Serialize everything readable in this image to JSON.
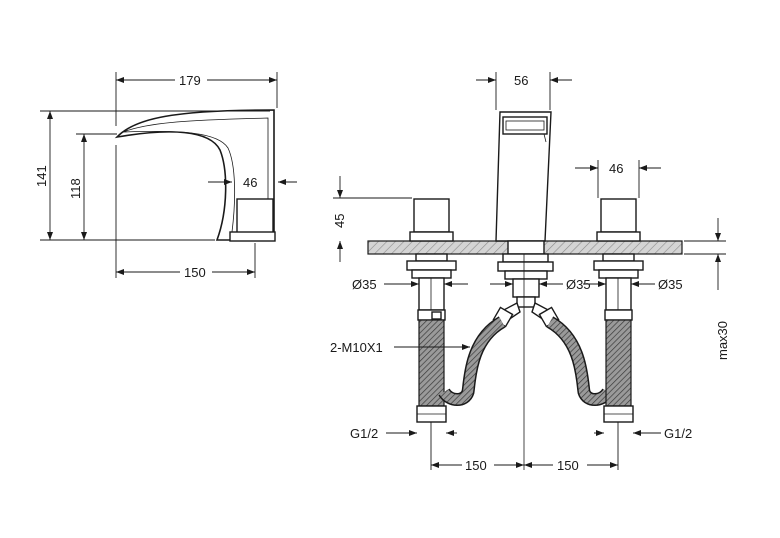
{
  "labels": {
    "width_179": "179",
    "height_141": "141",
    "height_118": "118",
    "handle_46_side": "46",
    "reach_150": "150",
    "spout_56": "56",
    "handle_46_front": "46",
    "handle_height_45": "45",
    "dia_left": "Ø35",
    "dia_center": "Ø35",
    "dia_right": "Ø35",
    "thread_m10": "2-M10X1",
    "g12_left": "G1/2",
    "g12_right": "G1/2",
    "spacing_left_150": "150",
    "spacing_right_150": "150",
    "deck_max30": "max30"
  },
  "colors": {
    "line": "#1a1a1a",
    "deck": "#bfbfbf",
    "hose": "#8c8c8c",
    "background": "#ffffff"
  }
}
